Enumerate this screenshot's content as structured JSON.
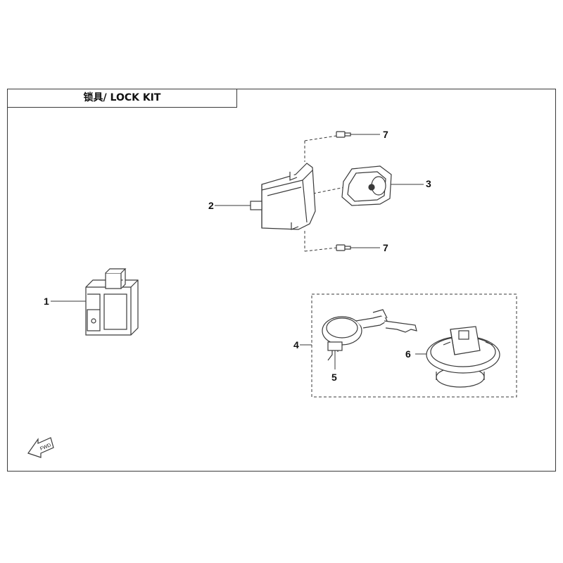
{
  "title": "锁具/ LOCK KIT",
  "callouts": {
    "c1": "1",
    "c2": "2",
    "c3": "3",
    "c4": "4",
    "c5": "5",
    "c6": "6",
    "c7_top": "7",
    "c7_bottom": "7"
  },
  "direction_marker": "FWD",
  "icons": {
    "ignition_switch": "ignition-switch-icon",
    "lock_body": "lock-body-icon",
    "lock_cover": "lock-cover-icon",
    "screw": "screw-icon",
    "key": "key-icon",
    "fuel_cap": "fuel-cap-icon",
    "arrow": "fwd-arrow-icon"
  },
  "colors": {
    "line": "#3a3a3a",
    "text": "#111111",
    "background": "#ffffff"
  }
}
